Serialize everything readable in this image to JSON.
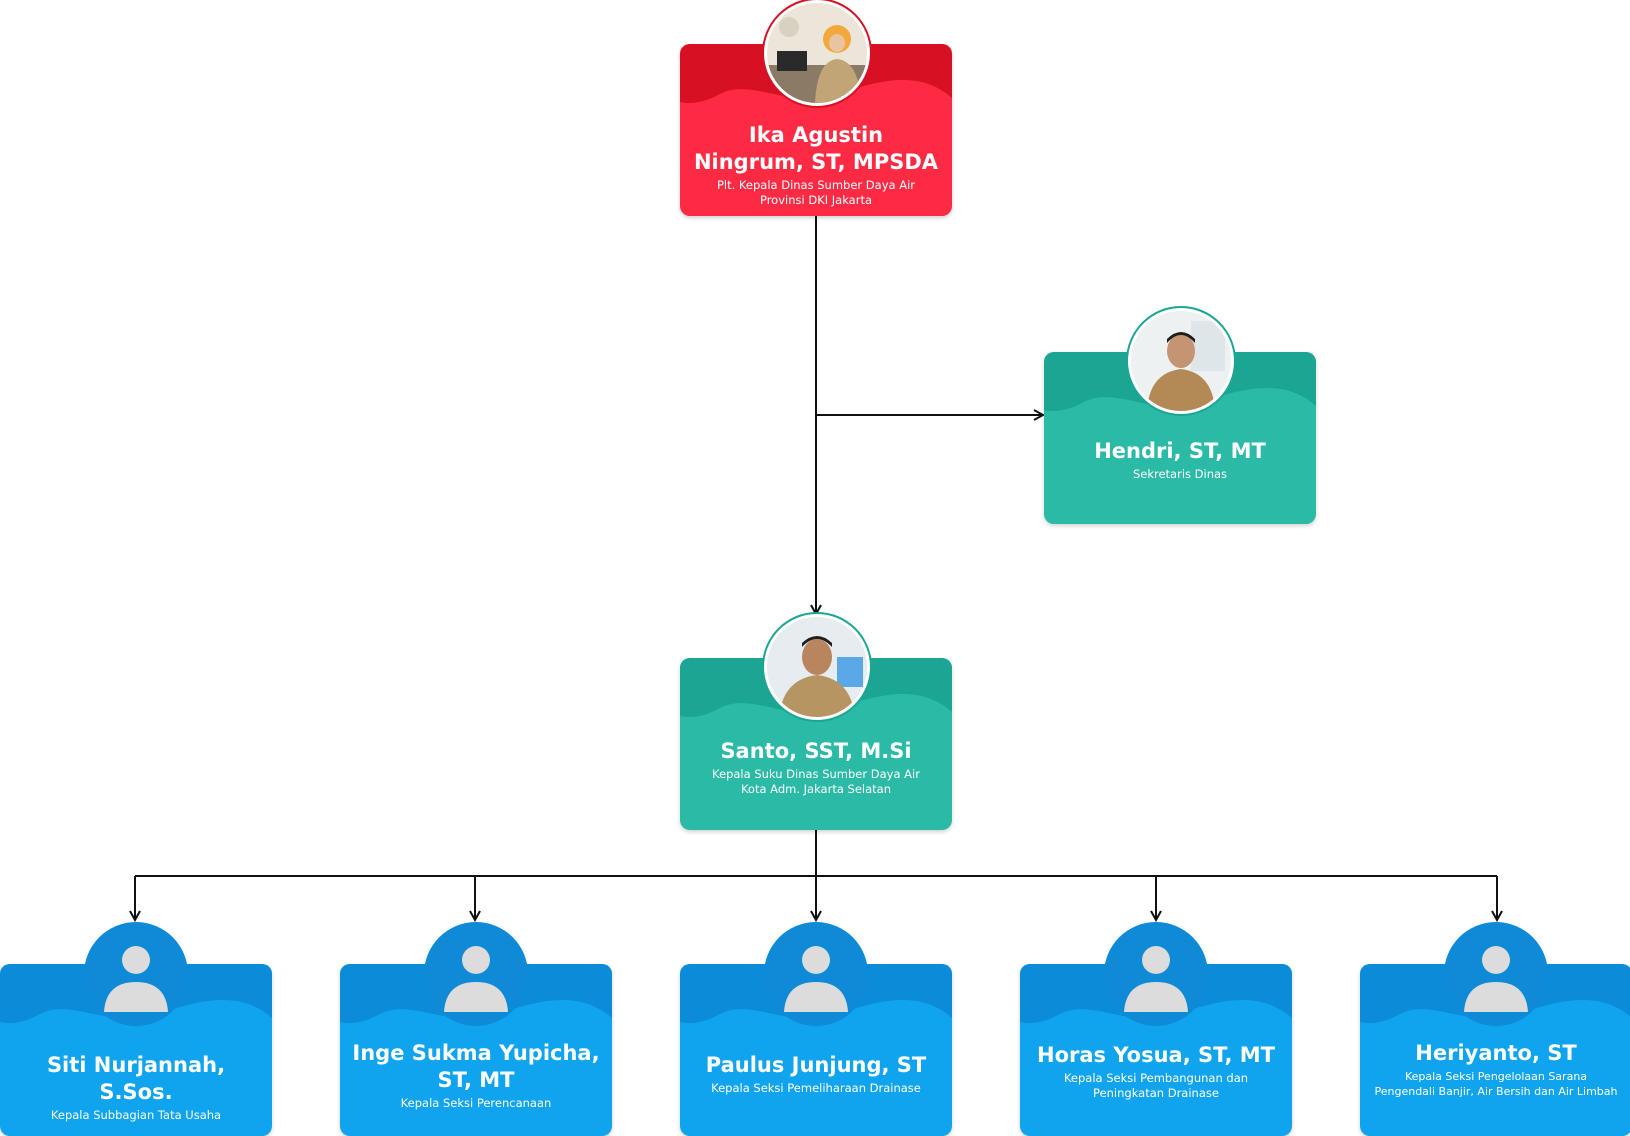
{
  "org": {
    "head": {
      "name_line1": "Ika Agustin",
      "name_line2": "Ningrum, ST, MPSDA",
      "role_line1": "Plt. Kepala Dinas Sumber Daya Air",
      "role_line2": "Provinsi DKI Jakarta"
    },
    "secretary": {
      "name_line1": "Hendri, ST, MT",
      "role_line1": "Sekretaris Dinas"
    },
    "sub_head": {
      "name_line1": "Santo, SST, M.Si",
      "role_line1": "Kepala Suku Dinas Sumber Daya Air",
      "role_line2": "Kota Adm. Jakarta Selatan"
    },
    "staff": [
      {
        "name_line1": "Siti Nurjannah, S.Sos.",
        "name_line2": "",
        "role_line1": "Kepala Subbagian Tata Usaha",
        "role_line2": ""
      },
      {
        "name_line1": "Inge Sukma Yupicha,",
        "name_line2": "ST, MT",
        "role_line1": "Kepala Seksi Perencanaan",
        "role_line2": ""
      },
      {
        "name_line1": "Paulus Junjung, ST",
        "name_line2": "",
        "role_line1": "Kepala Seksi Pemeliharaan Drainase",
        "role_line2": ""
      },
      {
        "name_line1": "Horas Yosua, ST, MT",
        "name_line2": "",
        "role_line1": "Kepala Seksi Pembangunan dan",
        "role_line2": "Peningkatan Drainase"
      },
      {
        "name_line1": "Heriyanto, ST",
        "name_line2": "",
        "role_line1": "Kepala Seksi Pengelolaan Sarana",
        "role_line2": "Pengendali Banjir, Air Bersih dan Air Limbah"
      }
    ]
  },
  "colors": {
    "head_card": "#fd2a44",
    "head_wave": "#d81024",
    "secretary_card": "#2abaa6",
    "secretary_wave": "#1aa692",
    "staff_card": "#10a4ee",
    "staff_wave": "#0b8bd8",
    "connector": "#111111"
  },
  "icons": {
    "head_avatar": "photo-avatar",
    "secretary_avatar": "photo-avatar",
    "sub_head_avatar": "photo-avatar",
    "staff_avatar": "person-placeholder-icon"
  }
}
